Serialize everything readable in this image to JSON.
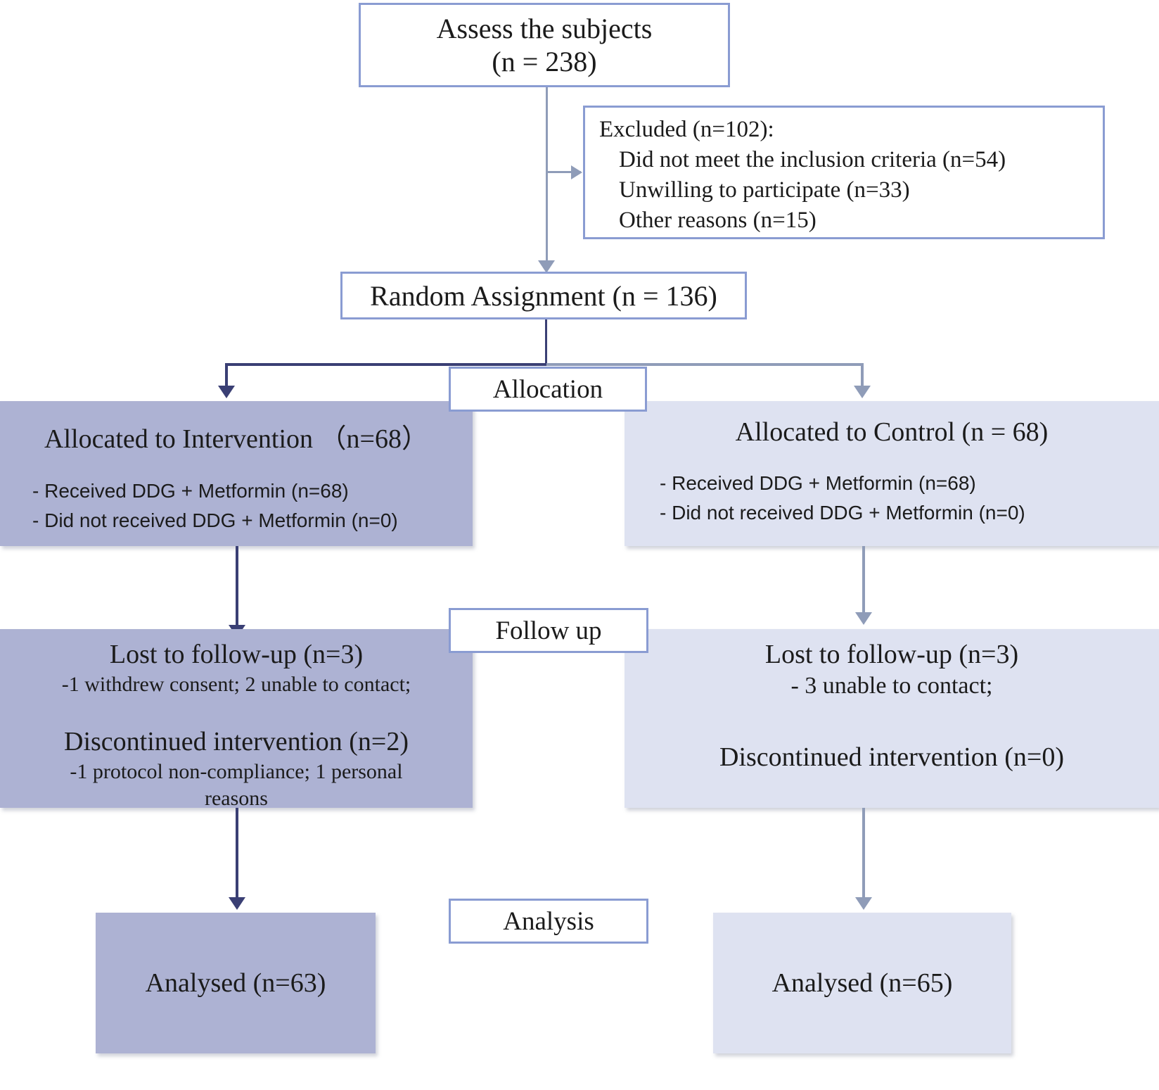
{
  "diagram": {
    "type": "consort-flow-diagram",
    "title": "CONSORT participant flow",
    "colors": {
      "outline_border": "#8a9cd2",
      "fill_intervention": "#adb2d3",
      "fill_control": "#dee2f1",
      "connector_dark": "#3a3f74",
      "connector_light": "#8f9cb8",
      "text": "#1b1b1b",
      "background": "#ffffff"
    }
  },
  "enrollment": {
    "assess": {
      "line1": "Assess the subjects",
      "line2": "(n = 238)"
    },
    "excluded": {
      "header": "Excluded (n=102):",
      "reasons": [
        "Did not meet the inclusion criteria (n=54)",
        "Unwilling to participate (n=33)",
        "Other reasons (n=15)"
      ]
    },
    "randomization": "Random Assignment (n = 136)"
  },
  "stage_labels": {
    "allocation": "Allocation",
    "follow_up": "Follow up",
    "analysis": "Analysis"
  },
  "allocation": {
    "intervention": {
      "title": "Allocated to Intervention （n=68）",
      "bullets": [
        "- Received DDG + Metformin (n=68)",
        "- Did not received DDG + Metformin (n=0)"
      ]
    },
    "control": {
      "title": "Allocated to Control (n = 68)",
      "bullets": [
        "- Received DDG + Metformin (n=68)",
        "- Did not received DDG + Metformin (n=0)"
      ]
    }
  },
  "follow_up": {
    "intervention": {
      "lost_title": "Lost to follow-up (n=3)",
      "lost_detail": "-1 withdrew consent; 2 unable to contact;",
      "disc_title": "Discontinued intervention (n=2)",
      "disc_detail_line1": "-1 protocol non-compliance; 1 personal",
      "disc_detail_line2": "reasons"
    },
    "control": {
      "lost_title": "Lost to follow-up (n=3)",
      "lost_detail": "- 3 unable to contact;",
      "disc_title": "Discontinued intervention (n=0)",
      "disc_detail_line1": "",
      "disc_detail_line2": ""
    }
  },
  "analysis": {
    "intervention": "Analysed (n=63)",
    "control": "Analysed (n=65)"
  }
}
